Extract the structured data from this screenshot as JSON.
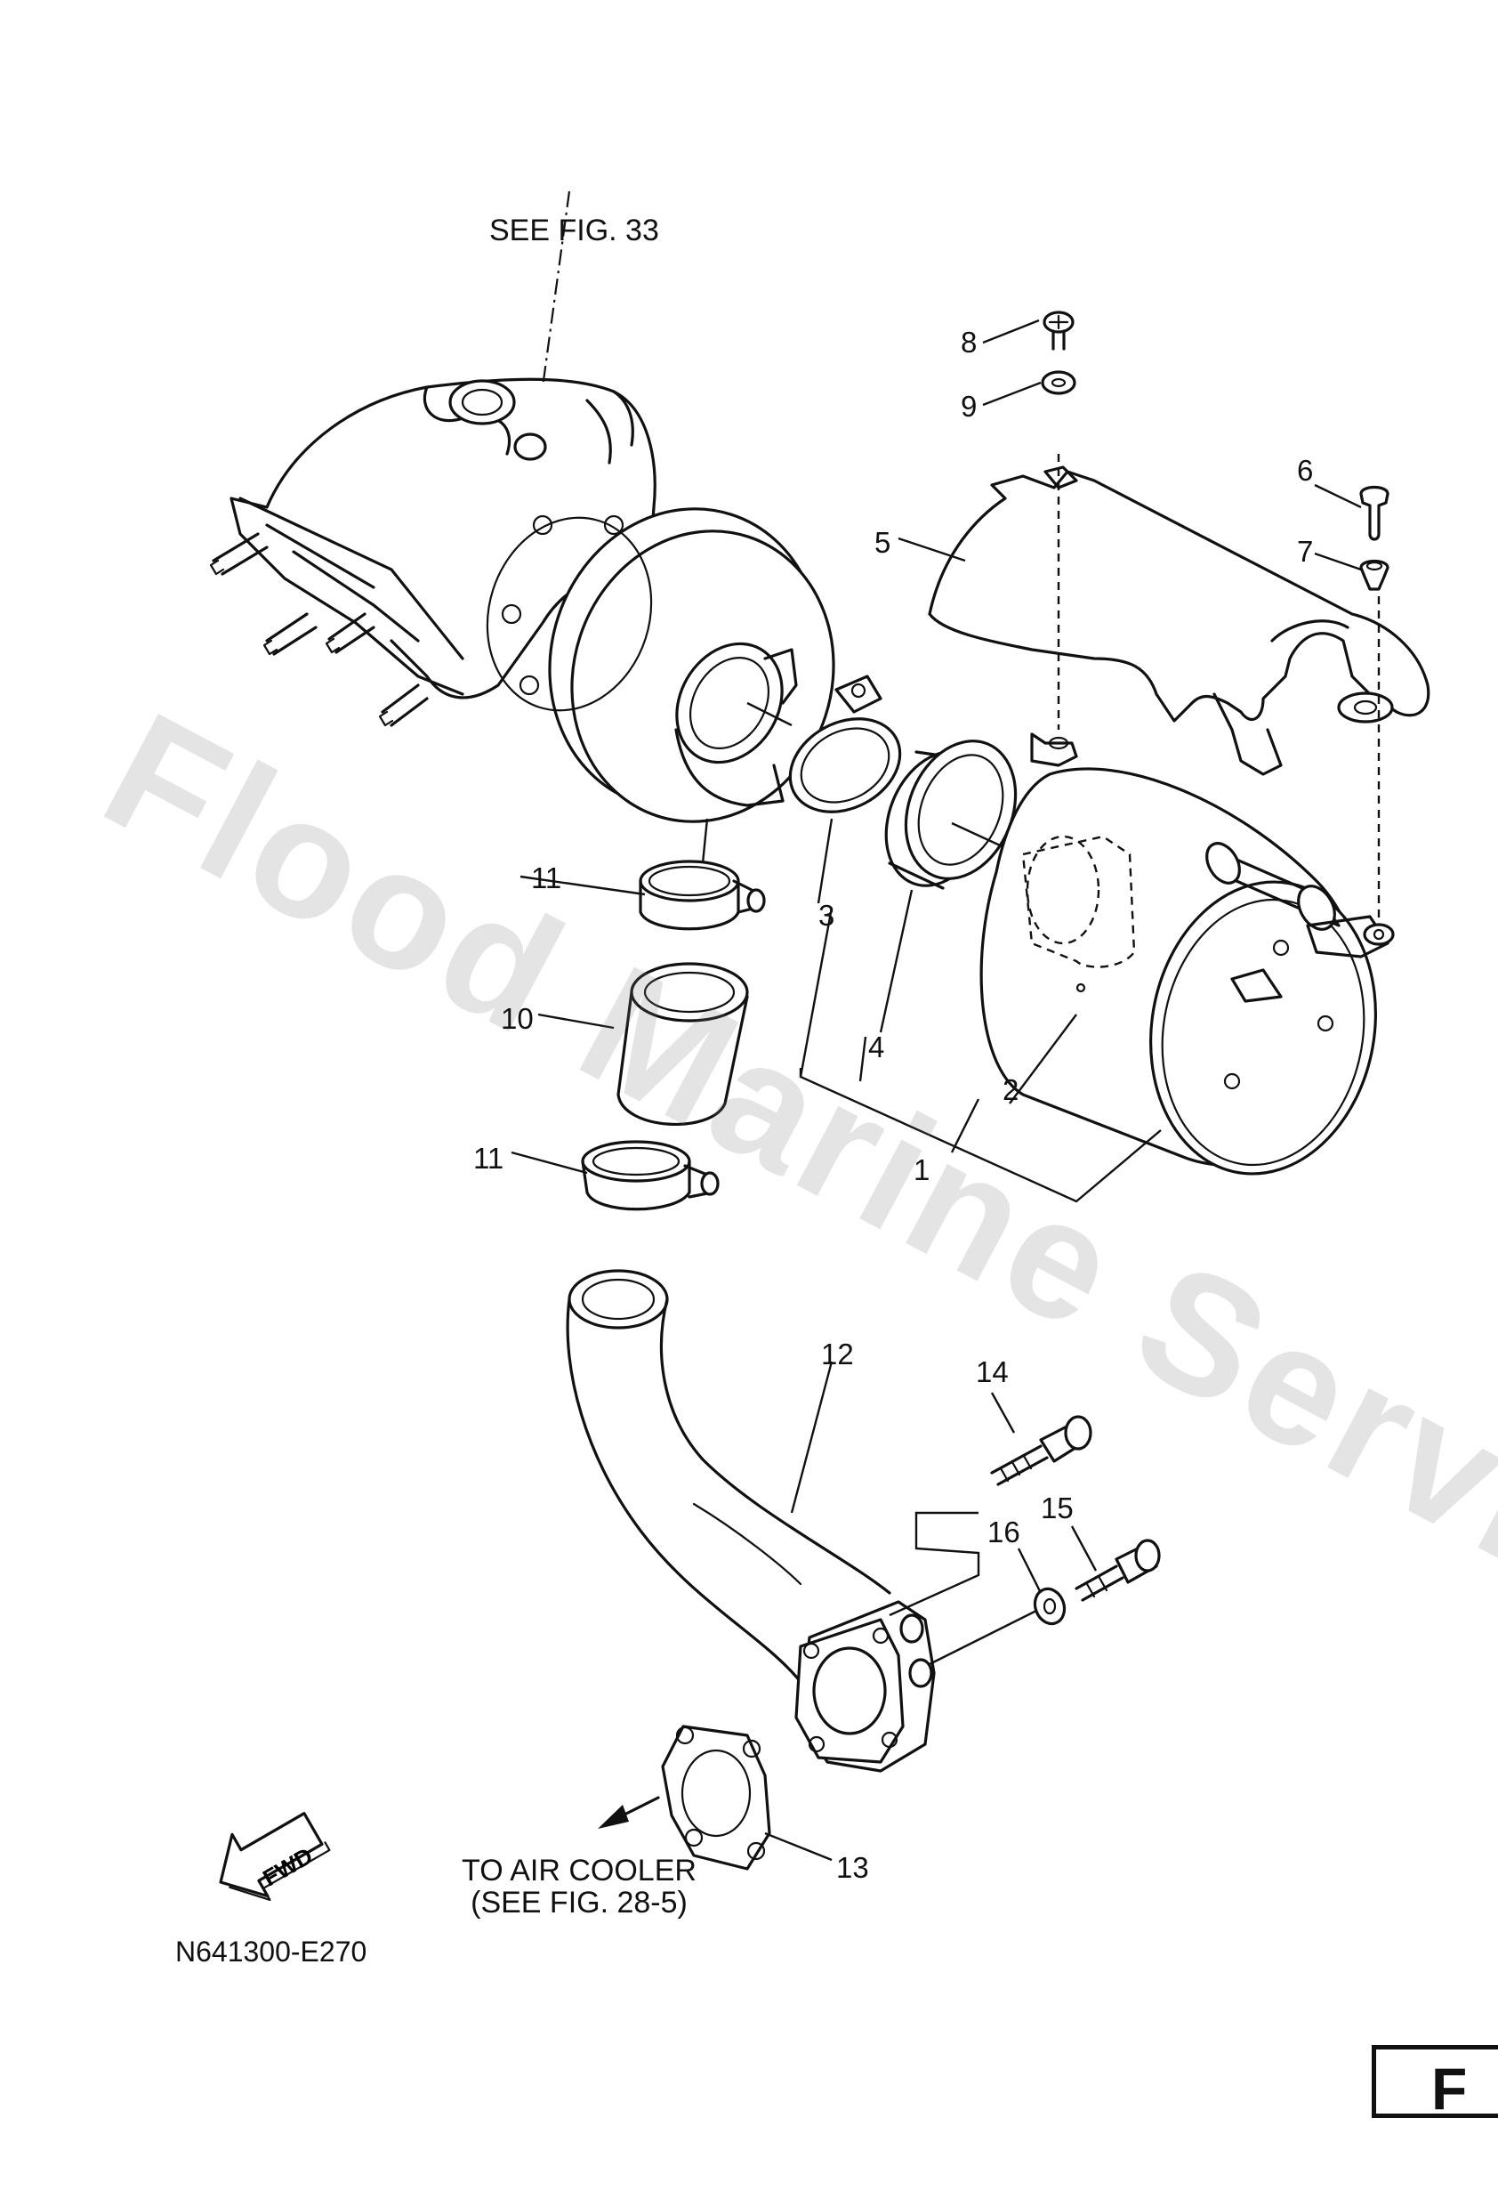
{
  "diagram_code": "N641300-E270",
  "references": {
    "see_fig_33": "SEE FIG. 33",
    "to_air_cooler_line1": "TO AIR COOLER",
    "to_air_cooler_line2": "(SEE FIG. 28-5)"
  },
  "fwd_arrow_label": "FWD",
  "watermark": "Flood Marine Services",
  "page_tab": "F",
  "callouts": {
    "c1": "1",
    "c2": "2",
    "c3": "3",
    "c4": "4",
    "c5": "5",
    "c6": "6",
    "c7": "7",
    "c8": "8",
    "c9": "9",
    "c10": "10",
    "c11a": "11",
    "c11b": "11",
    "c12": "12",
    "c13": "13",
    "c14": "14",
    "c15": "15",
    "c16": "16"
  }
}
